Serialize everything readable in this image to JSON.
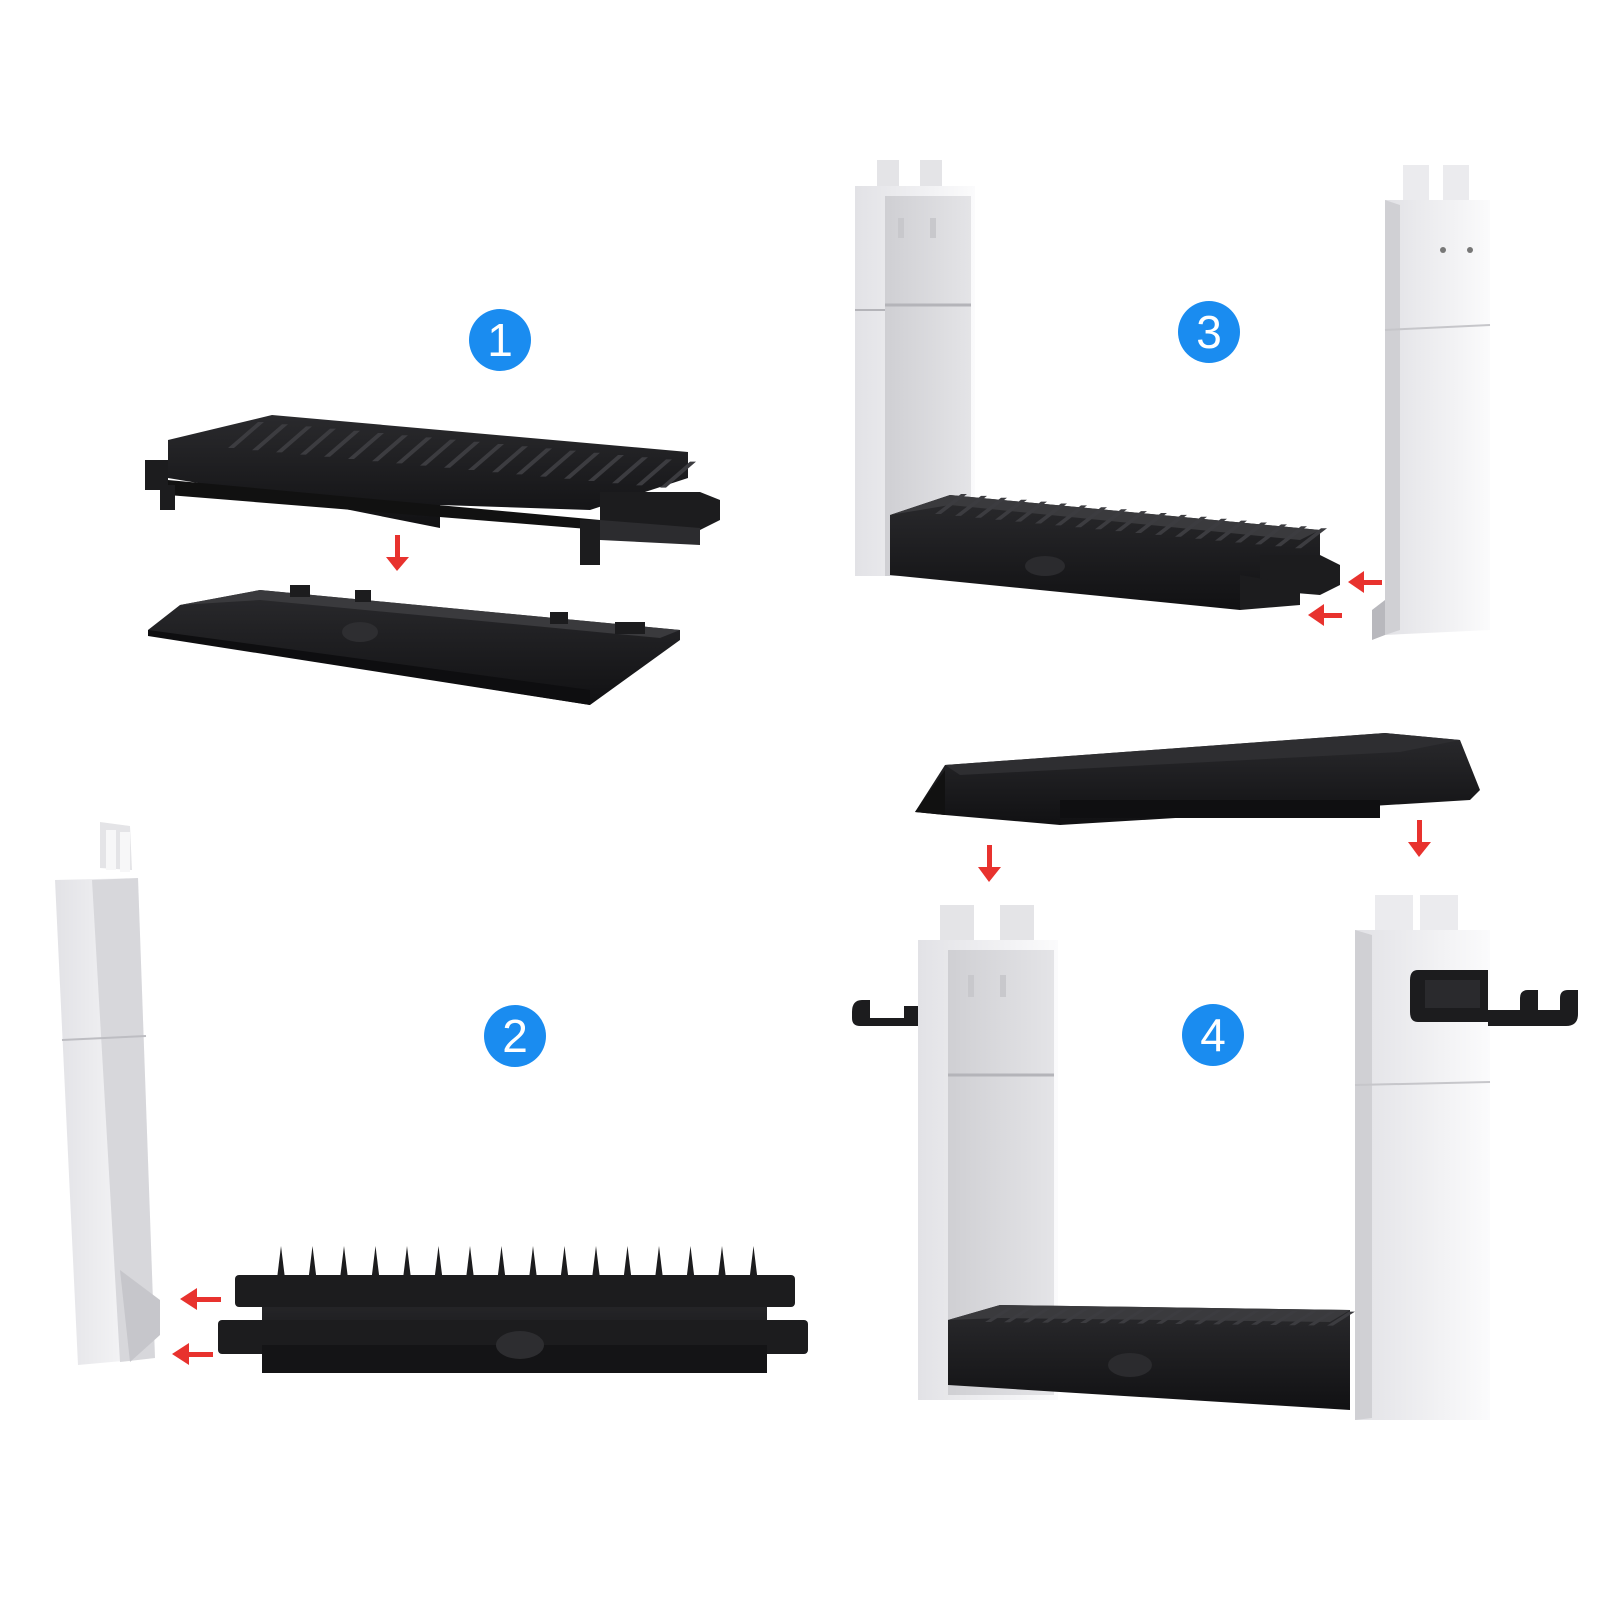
{
  "colors": {
    "background": "#ffffff",
    "badge": "#1a8cf0",
    "badge_text": "#ffffff",
    "rack": "#1c1c1e",
    "rack_edge": "#353538",
    "rack_light": "#4a4a4e",
    "pillar_front": "#f2f2f4",
    "pillar_inner": "#d6d6da",
    "pillar_shade": "#c2c2c6",
    "pillar_edge": "#a8a8ae",
    "arrow": "#e8322e"
  },
  "steps": [
    {
      "number": "1"
    },
    {
      "number": "2"
    },
    {
      "number": "3"
    },
    {
      "number": "4"
    }
  ],
  "icons": {
    "step_badge": "numbered-circle-icon",
    "direction": "arrow-icon"
  }
}
